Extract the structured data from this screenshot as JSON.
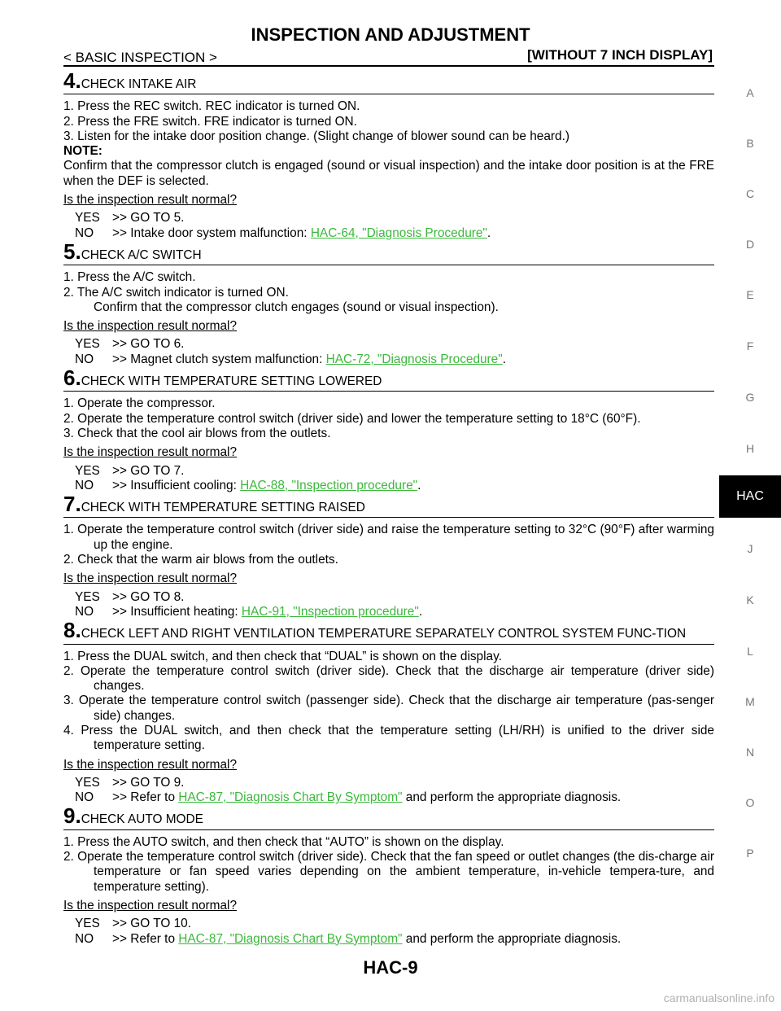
{
  "header": {
    "title": "INSPECTION AND ADJUSTMENT",
    "section": "< BASIC INSPECTION >",
    "variant": "[WITHOUT 7 INCH DISPLAY]"
  },
  "steps": [
    {
      "num": "4.",
      "title": "CHECK INTAKE AIR",
      "items": [
        "1.  Press the REC switch. REC indicator is turned ON.",
        "2.  Press the FRE switch. FRE indicator is turned ON.",
        "3.  Listen for the intake door position change. (Slight change of blower sound can be heard.)"
      ],
      "note_label": "NOTE:",
      "note_text": "Confirm that the compressor clutch is engaged (sound or visual inspection) and the intake door position is at the FRE when the DEF is selected.",
      "question": "Is the inspection result normal?",
      "yes": "YES",
      "yes_text": ">> GO TO 5.",
      "no": "NO",
      "no_text": ">> Intake door system malfunction: ",
      "no_link": "HAC-64, \"Diagnosis Procedure\"",
      "no_suffix": "."
    },
    {
      "num": "5.",
      "title": "CHECK A/C SWITCH",
      "items": [
        "1.  Press the A/C switch.",
        "2.  The A/C switch indicator is turned ON.",
        "Confirm that the compressor clutch engages (sound or visual inspection)."
      ],
      "question": "Is the inspection result normal?",
      "yes": "YES",
      "yes_text": ">> GO TO 6.",
      "no": "NO",
      "no_text": ">> Magnet clutch system malfunction: ",
      "no_link": "HAC-72, \"Diagnosis Procedure\"",
      "no_suffix": "."
    },
    {
      "num": "6.",
      "title": "CHECK WITH TEMPERATURE SETTING LOWERED",
      "items": [
        "1.  Operate the compressor.",
        "2.  Operate the temperature control switch (driver side) and lower the temperature setting to 18°C (60°F).",
        "3.  Check that the cool air blows from the outlets."
      ],
      "question": "Is the inspection result normal?",
      "yes": "YES",
      "yes_text": ">> GO TO 7.",
      "no": "NO",
      "no_text": ">> Insufficient cooling: ",
      "no_link": "HAC-88, \"Inspection procedure\"",
      "no_suffix": "."
    },
    {
      "num": "7.",
      "title": "CHECK WITH TEMPERATURE SETTING RAISED",
      "items": [
        "1.  Operate the temperature control switch (driver side) and raise the temperature setting to 32°C (90°F) after warming up the engine.",
        "2.  Check that the warm air blows from the outlets."
      ],
      "question": "Is the inspection result normal?",
      "yes": "YES",
      "yes_text": ">> GO TO 8.",
      "no": "NO",
      "no_text": ">> Insufficient heating: ",
      "no_link": "HAC-91, \"Inspection procedure\"",
      "no_suffix": "."
    },
    {
      "num": "8.",
      "title": "CHECK LEFT AND RIGHT VENTILATION TEMPERATURE SEPARATELY CONTROL SYSTEM FUNC-TION",
      "items": [
        "1.  Press the DUAL switch, and then check that “DUAL” is shown on the display.",
        "2.  Operate the temperature control switch (driver side). Check that the discharge air temperature (driver side) changes.",
        "3.  Operate the temperature control switch (passenger side). Check that the discharge air temperature (pas-senger side) changes.",
        "4.  Press the DUAL switch, and then check that the temperature setting (LH/RH) is unified to the driver side temperature setting."
      ],
      "question": "Is the inspection result normal?",
      "yes": "YES",
      "yes_text": ">> GO TO 9.",
      "no": "NO",
      "no_text": ">> Refer to ",
      "no_link": "HAC-87, \"Diagnosis Chart By Symptom\"",
      "no_suffix": " and perform the appropriate diagnosis."
    },
    {
      "num": "9.",
      "title": "CHECK AUTO MODE",
      "items": [
        "1.  Press the AUTO switch, and then check that “AUTO” is shown on the display.",
        "2.  Operate the temperature control switch (driver side). Check that the fan speed or outlet changes (the dis-charge air temperature or fan speed varies depending on the ambient temperature, in-vehicle tempera-ture, and temperature setting)."
      ],
      "question": "Is the inspection result normal?",
      "yes": "YES",
      "yes_text": ">> GO TO 10.",
      "no": "NO",
      "no_text": ">> Refer to ",
      "no_link": "HAC-87, \"Diagnosis Chart By Symptom\"",
      "no_suffix": " and perform the appropriate diagnosis."
    }
  ],
  "side_index": [
    "A",
    "B",
    "C",
    "D",
    "E",
    "F",
    "G",
    "H",
    "HAC",
    "J",
    "K",
    "L",
    "M",
    "N",
    "O",
    "P"
  ],
  "page_number": "HAC-9",
  "watermark": "carmanualsonline.info"
}
